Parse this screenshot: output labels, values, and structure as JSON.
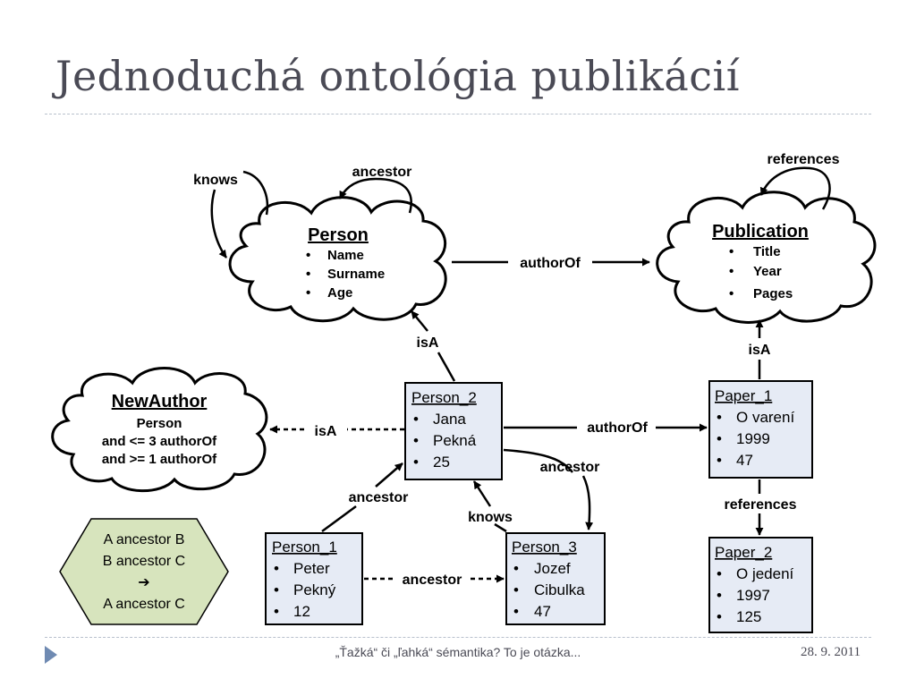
{
  "slide": {
    "title": "Jednoduchá ontológia publikácií",
    "footer_center": "„Ťažká“ či „ľahká“ sémantika? To je otázka...",
    "footer_date": "28. 9. 2011"
  },
  "diagram": {
    "classes": {
      "person": {
        "title": "Person",
        "items": [
          "Name",
          "Surname",
          "Age"
        ]
      },
      "publication": {
        "title": "Publication",
        "items": [
          "Title",
          "Year",
          "Pages"
        ]
      },
      "new_author": {
        "title": "NewAuthor",
        "lines": [
          "Person",
          "and <= 3 authorOf",
          "and >= 1 authorOf"
        ]
      }
    },
    "instances": {
      "person_1": {
        "title": "Person_1",
        "items": [
          "Peter",
          "Pekný",
          "12"
        ]
      },
      "person_2": {
        "title": "Person_2",
        "items": [
          "Jana",
          "Pekná",
          "25"
        ]
      },
      "person_3": {
        "title": "Person_3",
        "items": [
          "Jozef",
          "Cibulka",
          "47"
        ]
      },
      "paper_1": {
        "title": "Paper_1",
        "items": [
          "O varení",
          "1999",
          "47"
        ]
      },
      "paper_2": {
        "title": "Paper_2",
        "items": [
          "O jedení",
          "1997",
          "125"
        ]
      }
    },
    "edge_labels": {
      "knows_person": "knows",
      "ancestor_person": "ancestor",
      "references_publication": "references",
      "authorof_class": "authorOf",
      "isa_person": "isA",
      "isa_publication": "isA",
      "isa_newauthor": "isA",
      "authorof_instance": "authorOf",
      "ancestor_p2_p3": "ancestor",
      "ancestor_p1_p2": "ancestor",
      "knows_p3_p2": "knows",
      "references_papers": "references",
      "ancestor_p1_p3": "ancestor"
    },
    "rule": {
      "lines": [
        "A ancestor B",
        "B ancestor C",
        "➔",
        "A ancestor C"
      ],
      "fill": "#d7e4bd"
    },
    "colors": {
      "instance_fill": "#e6ebf5",
      "border": "#000000"
    }
  }
}
